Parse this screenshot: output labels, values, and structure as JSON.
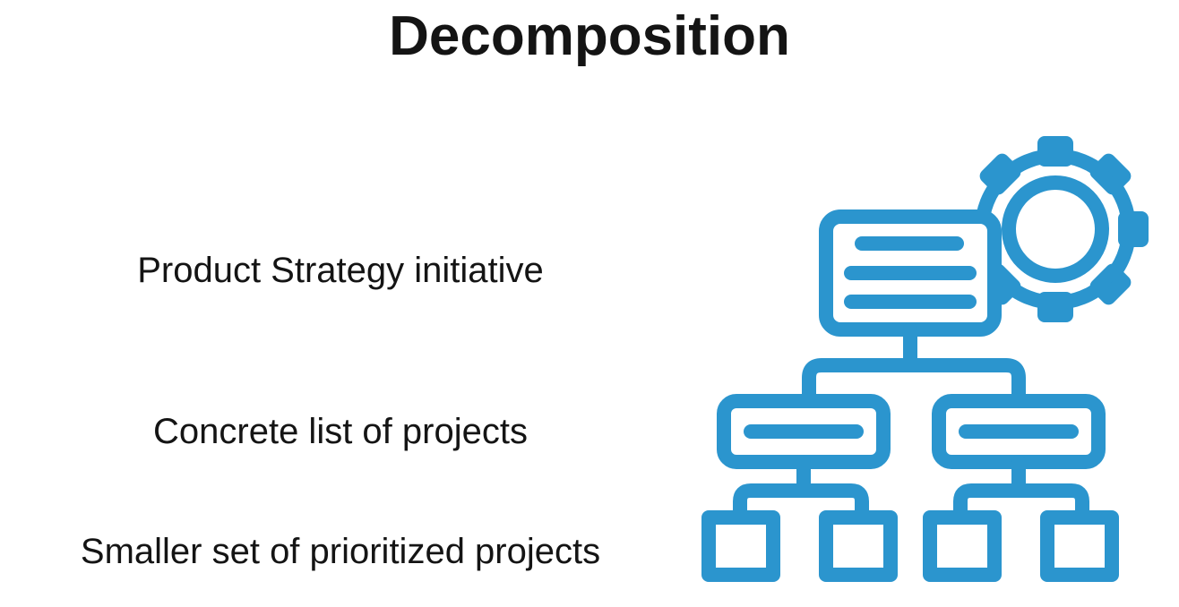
{
  "title": "Decomposition",
  "labels": {
    "level1": "Product Strategy initiative",
    "level2": "Concrete list of projects",
    "level3": "Smaller set of prioritized projects"
  },
  "icon": {
    "name": "hierarchy-gear-icon",
    "color": "#2b95ce"
  }
}
